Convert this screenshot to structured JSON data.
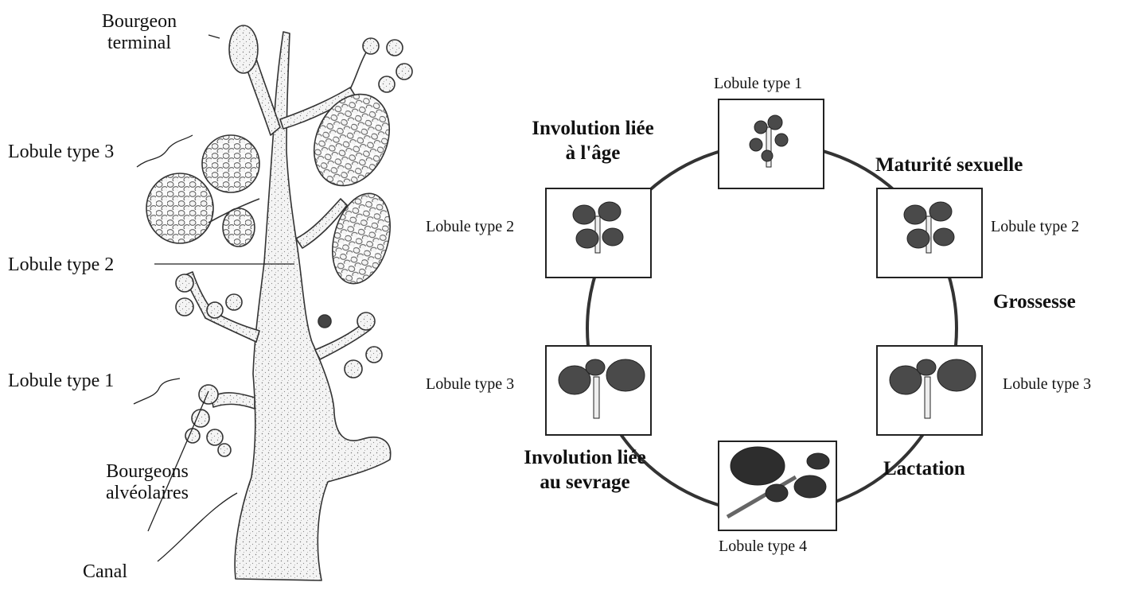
{
  "left_figure": {
    "labels": {
      "bourgeon_terminal": [
        "Bourgeon",
        "terminal"
      ],
      "lobule_type_3": "Lobule type 3",
      "lobule_type_2": "Lobule type 2",
      "lobule_type_1": "Lobule type 1",
      "bourgeons_alveolaires": [
        "Bourgeons",
        "alvéolaires"
      ],
      "canal": "Canal"
    }
  },
  "cycle": {
    "nodes": {
      "top": "Lobule type 1",
      "upper_right": "Lobule type 2",
      "lower_right": "Lobule type 3",
      "bottom": "Lobule type 4",
      "lower_left": "Lobule type 3",
      "upper_left": "Lobule type 2"
    },
    "phases": {
      "maturite": "Maturité sexuelle",
      "grossesse": "Grossesse",
      "lactation": "Lactation",
      "sevrage": [
        "Involution liée",
        "au sevrage"
      ],
      "age": [
        "Involution liée",
        "à l'âge"
      ]
    },
    "colors": {
      "ring": "#333333",
      "tissue": "#4a4a4a",
      "duct_fill": "#f3f3f3"
    }
  }
}
